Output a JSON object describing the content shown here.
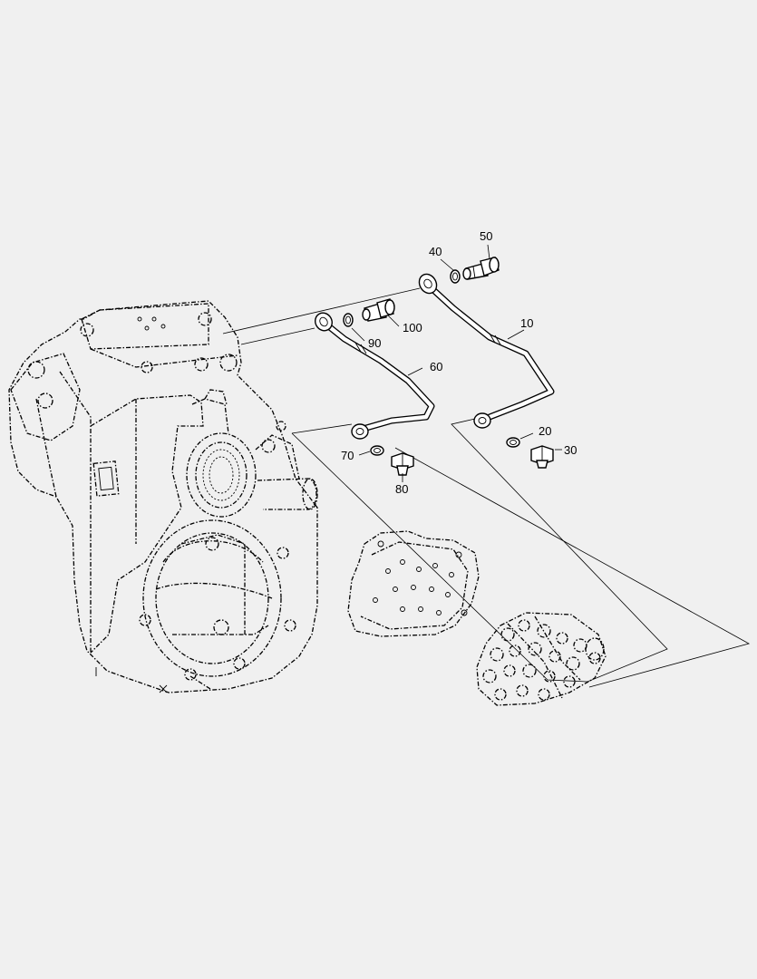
{
  "diagram": {
    "background_color": "#f0f0f0",
    "line_color": "#000000",
    "callouts": {
      "c10": "10",
      "c20": "20",
      "c30": "30",
      "c40": "40",
      "c50": "50",
      "c60": "60",
      "c70": "70",
      "c80": "80",
      "c90": "90",
      "c100": "100"
    }
  }
}
